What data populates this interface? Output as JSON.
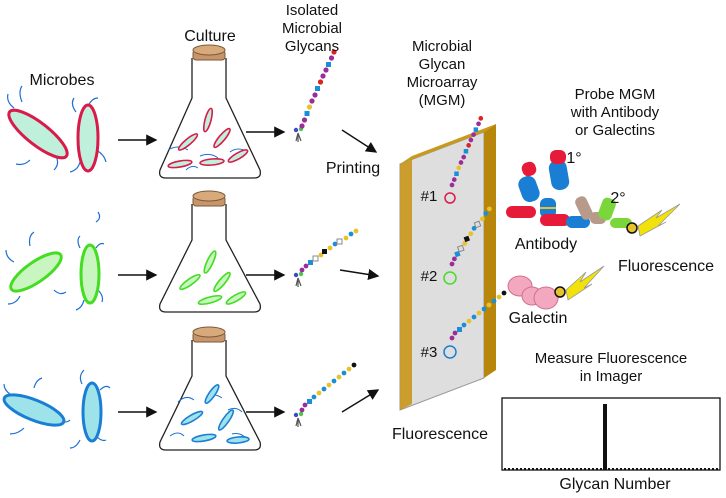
{
  "labels": {
    "microbes": "Microbes",
    "culture": "Culture",
    "isolated": "Isolated\nMicrobial\nGlycans",
    "microarray": "Microbial\nGlycan\nMicroarray\n(MGM)",
    "probe": "Probe MGM\nwith Antibody\nor Galectins",
    "printing": "Printing",
    "spot1": "#1",
    "spot2": "#2",
    "spot3": "#3",
    "antibody": "Antibody",
    "primary": "1°",
    "secondary": "2°",
    "fluorescence_top": "Fluorescence",
    "galectin": "Galectin",
    "measure": "Measure Fluorescence\nin Imager",
    "fluorescence_axis": "Fluorescence",
    "glycan_number": "Glycan Number"
  },
  "colors": {
    "red_microbe": "#d81b4a",
    "red_fill": "#bff0dc",
    "green_microbe": "#44dd22",
    "green_fill": "#c8f5c0",
    "blue_microbe": "#1a7fd4",
    "blue_fill": "#9fe3ea",
    "flagella": "#1f6fd1",
    "flask_cap": "#c8956a",
    "slide_face": "#dedede",
    "slide_edge": "#b8860b",
    "bolt": "#f2e20a"
  },
  "icons": [
    "microbe-icon",
    "flask-icon",
    "glycan-chain-icon",
    "arrow-icon",
    "microarray-slide-icon",
    "antibody-icon",
    "galectin-icon",
    "lightning-bolt-icon",
    "histogram-icon"
  ]
}
